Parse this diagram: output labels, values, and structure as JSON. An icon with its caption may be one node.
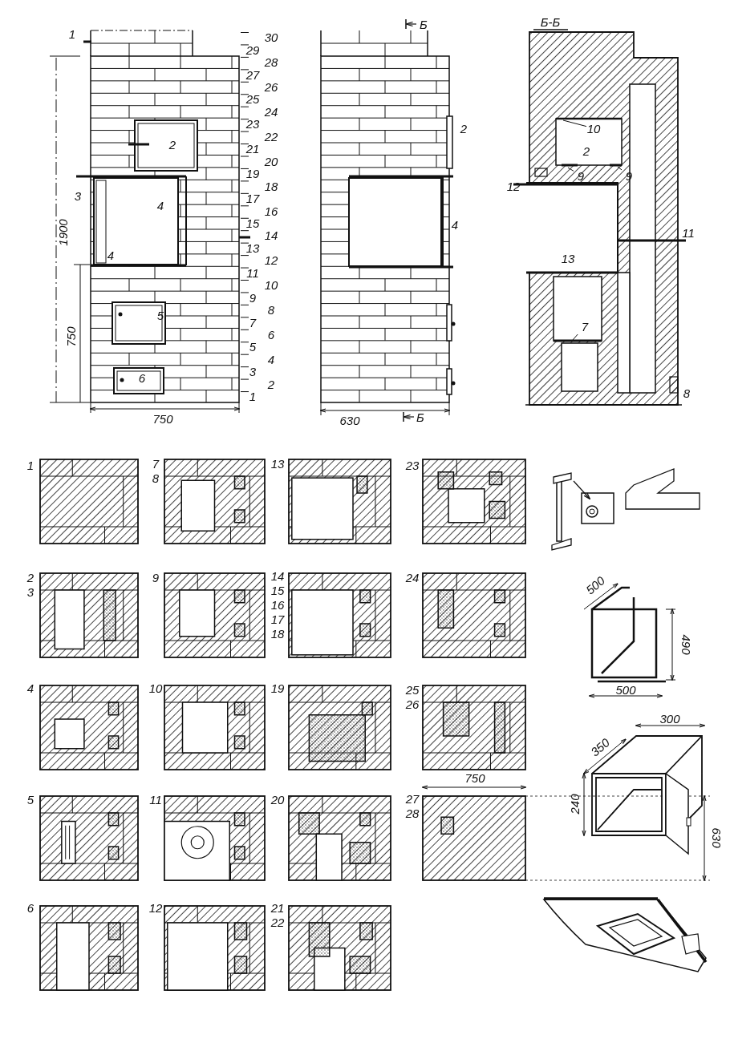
{
  "diagram": {
    "nodes": [
      {
        "text": [
          "10"
        ]
      },
      {
        "text": [
          "9"
        ]
      },
      {
        "text": [
          "9"
        ]
      },
      {
        "text": [
          "7"
        ]
      }
    ],
    "edges": [
      {
        "from": 0,
        "to": null,
        "arrow": "none"
      },
      {
        "from": 1,
        "to": null,
        "arrow": "none"
      },
      {
        "from": 2,
        "to": null,
        "arrow": "none"
      },
      {
        "from": 3,
        "to": null,
        "arrow": "none"
      }
    ],
    "labels": [
      "1",
      "30",
      "29",
      "28",
      "27",
      "26",
      "25",
      "24",
      "23",
      "22",
      "21",
      "20",
      "19",
      "18",
      "17",
      "16",
      "15",
      "14",
      "13",
      "12",
      "11",
      "10",
      "9",
      "8",
      "7",
      "6",
      "5",
      "4",
      "3",
      "2",
      "1",
      "2",
      "3",
      "4",
      "4",
      "5",
      "6",
      "1900",
      "750",
      "750",
      "Б",
      "2",
      "4",
      "630",
      "Б",
      "Б-Б",
      "2",
      "12",
      "11",
      "13",
      "8",
      "1",
      "7",
      "8",
      "13",
      "23",
      "2",
      "3",
      "9",
      "14",
      "15",
      "16",
      "17",
      "18",
      "24",
      "4",
      "10",
      "19",
      "25",
      "26",
      "5",
      "11",
      "20",
      "27",
      "28",
      "750",
      "630",
      "6",
      "12",
      "21",
      "22",
      "500",
      "490",
      "500",
      "300",
      "350",
      "240"
    ]
  }
}
